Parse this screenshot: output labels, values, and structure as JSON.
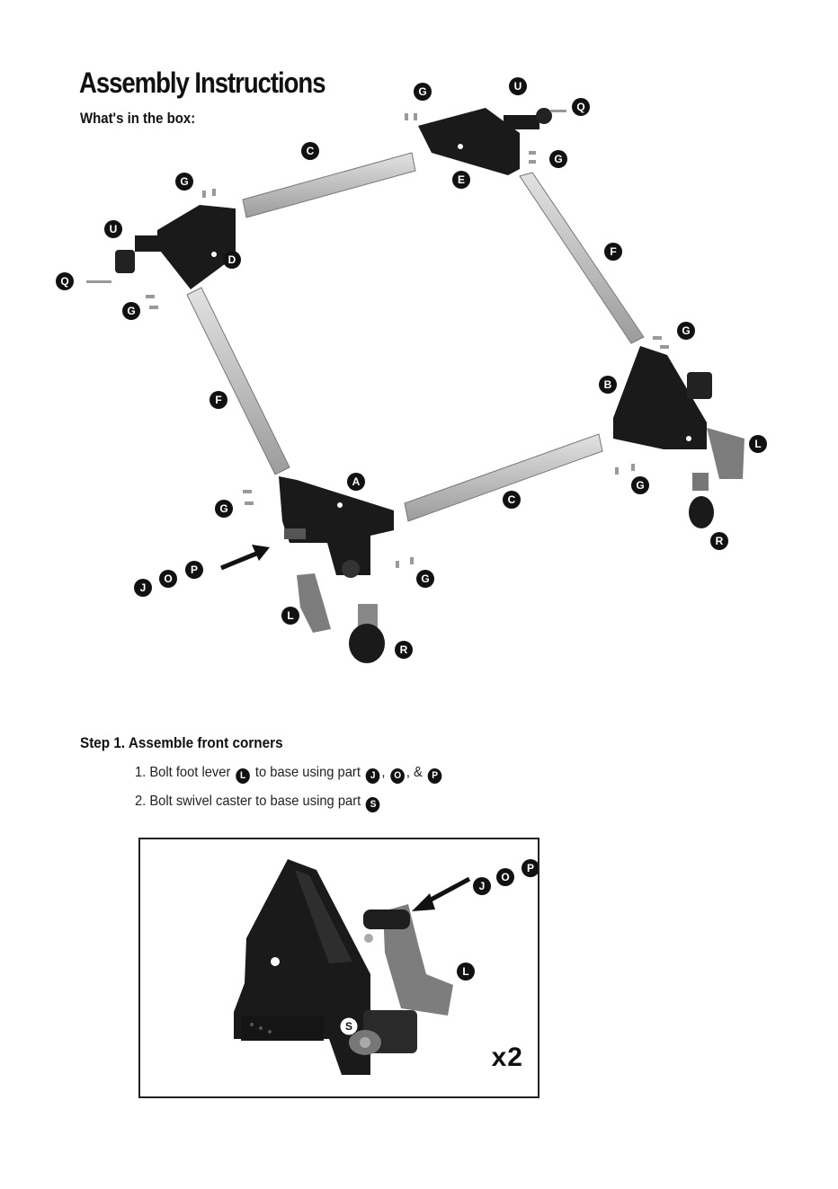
{
  "header": {
    "title": "Assembly Instructions",
    "subtitle": "What's in the box:"
  },
  "parts": {
    "A": "A",
    "B": "B",
    "C": "C",
    "D": "D",
    "E": "E",
    "F": "F",
    "G": "G",
    "J": "J",
    "L": "L",
    "O": "O",
    "P": "P",
    "Q": "Q",
    "R": "R",
    "S": "S",
    "U": "U"
  },
  "step1": {
    "title": "Step 1. Assemble front corners",
    "line1": {
      "prefix": "1. Bolt foot lever",
      "mid": "to base using part",
      "sep1": ",",
      "sep2": ", &"
    },
    "line2": {
      "prefix": "2. Bolt swivel caster to base using part"
    },
    "quantity": "x2"
  },
  "colors": {
    "steel": "#1a1a1a",
    "tube": "#bdbdbd",
    "lever": "#7d7d7d",
    "badge": "#111111"
  }
}
